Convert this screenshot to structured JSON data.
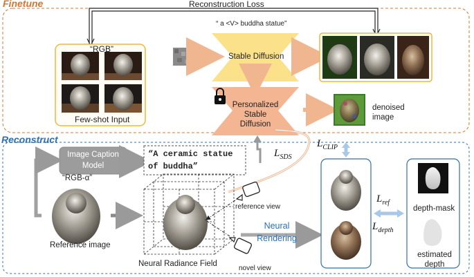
{
  "finetune": {
    "section_title": "Finetune",
    "loss_label": "Reconstruction Loss",
    "prompt": "“ a <V> buddha statue”",
    "input_label": "“RGB”",
    "few_shot_label": "Few-shot Input",
    "sd_label": "Stable Diffusion",
    "personalized_label": "Personalized Stable Diffusion",
    "denoised_label": "denoised image"
  },
  "reconstruct": {
    "section_title": "Reconstruct",
    "caption_model_label": "Image Caption Model",
    "caption_text": "“A ceramic statue of buddha”",
    "rgb_alpha_label": "“RGB-α”",
    "reference_image_label": "Reference image",
    "nerf_label": "Neural Radiance Field",
    "reference_view_label": "reference view",
    "novel_view_label": "novel view",
    "neural_rendering_label": "Neural Rendering",
    "depth_mask_label": "depth-mask",
    "estimated_depth_label": "estimated depth"
  },
  "losses": {
    "sds": {
      "base": "L",
      "sub": "SDS"
    },
    "clip": {
      "base": "L",
      "sub": "CLIP"
    },
    "ref": {
      "base": "L",
      "sub": "ref"
    },
    "depth": {
      "base": "L",
      "sub": "depth"
    }
  },
  "colors": {
    "finetune_accent": "#d9742b",
    "reconstruct_accent": "#2f6fb0",
    "sd_fill": "#fbe28a",
    "personalized_fill": "#f3b592",
    "arrow_orange": "#f0b68f",
    "arrow_blue": "#a8c8e8",
    "yellow_border": "#f3b53c"
  }
}
